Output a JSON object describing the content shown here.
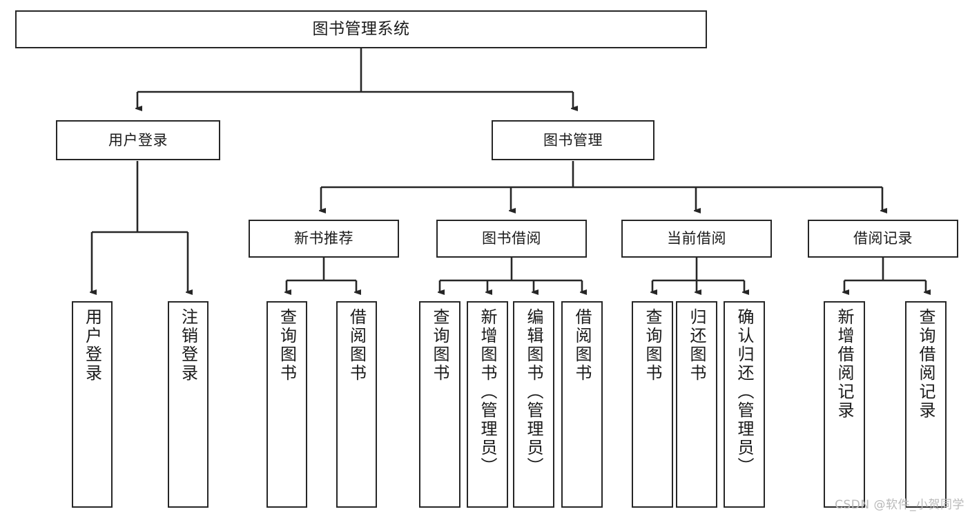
{
  "diagram": {
    "type": "tree-hierarchy",
    "title": "图书管理系统",
    "watermark": "CSDN @软件_小贺同学",
    "line_color": "#262626",
    "background_color": "#ffffff",
    "text_color": "#1a1a1a",
    "watermark_color": "#b9b9b9",
    "nodes": {
      "root": {
        "label": "图书管理系统"
      },
      "level1": [
        {
          "label": "用户登录"
        },
        {
          "label": "图书管理"
        }
      ],
      "level2": [
        {
          "label": "新书推荐"
        },
        {
          "label": "图书借阅"
        },
        {
          "label": "当前借阅"
        },
        {
          "label": "借阅记录"
        }
      ],
      "leaves_user_login": [
        {
          "label": "用户登录"
        },
        {
          "label": "注销登录"
        }
      ],
      "leaves_new_book": [
        {
          "label": "查询图书"
        },
        {
          "label": "借阅图书"
        }
      ],
      "leaves_borrow": [
        {
          "label": "查询图书"
        },
        {
          "label": "新增图书（管理员）"
        },
        {
          "label": "编辑图书（管理员）"
        },
        {
          "label": "借阅图书"
        }
      ],
      "leaves_current": [
        {
          "label": "查询图书"
        },
        {
          "label": "归还图书"
        },
        {
          "label": "确认归还（管理员）"
        }
      ],
      "leaves_record": [
        {
          "label": "新增借阅记录"
        },
        {
          "label": "查询借阅记录"
        }
      ]
    }
  }
}
